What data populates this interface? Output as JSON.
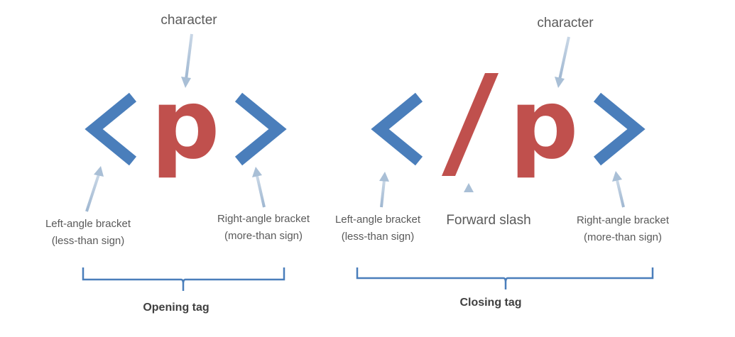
{
  "colors": {
    "bracket": "#4a7ebb",
    "character": "#c0504d",
    "arrow": "#a9bfd6",
    "brace": "#4a7ebb",
    "text": "#5a5a5a"
  },
  "opening": {
    "character_label": "character",
    "tag_letter": "p",
    "left_bracket_label": [
      "Left-angle bracket",
      "(less-than sign)"
    ],
    "right_bracket_label": [
      "Right-angle bracket",
      "(more-than sign)"
    ],
    "caption": "Opening tag"
  },
  "closing": {
    "character_label": "character",
    "tag_letter": "p",
    "slash_label": "Forward slash",
    "left_bracket_label": [
      "Left-angle bracket",
      "(less-than sign)"
    ],
    "right_bracket_label": [
      "Right-angle bracket",
      "(more-than sign)"
    ],
    "caption": "Closing tag"
  }
}
